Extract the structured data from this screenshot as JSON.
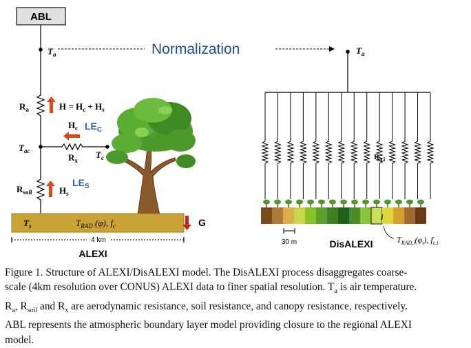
{
  "diagram": {
    "abl_label": "ABL",
    "ta_symbol": "T",
    "ta_sub": "a",
    "normalization_label": "Normalization",
    "ra_symbol": "R",
    "ra_sub": "a",
    "h_eq_H": "H = H",
    "h_eq_c": "c",
    "h_eq_plus": " + H",
    "h_eq_s": "s",
    "hc_symbol": "H",
    "hc_sub": "c",
    "lec_symbol": "LE",
    "lec_sub": "C",
    "tac_symbol": "T",
    "tac_sub": "ac",
    "rx_symbol": "R",
    "rx_sub": "x",
    "tc_symbol": "T",
    "tc_sub": "c",
    "rsoil_symbol": "R",
    "rsoil_sub": "soil",
    "hs_symbol": "H",
    "hs_sub": "s",
    "les_symbol": "LE",
    "les_sub": "S",
    "ts_symbol": "T",
    "ts_sub": "s",
    "trad_symbol": "T",
    "trad_sub": "RAD",
    "trad_phi": " (φ), ",
    "fc_symbol": "f",
    "fc_sub": "c",
    "g_label": "G",
    "scale_4km": "4 km",
    "alexi_label": "ALEXI",
    "ta_right_symbol": "T",
    "ta_right_sub": "a",
    "rai_symbol": "R",
    "rai_sub": "a,i",
    "pixel_i_label": "i",
    "scale_30m": "30 m",
    "disalexi_label": "DisALEXI",
    "trad_i_symbol": "T",
    "trad_i_sub": "RAD,i",
    "trad_i_phi": "(φ",
    "trad_i_phi_sub": "i",
    "trad_i_close": "), ",
    "fci_symbol": "f",
    "fci_sub": "c,i"
  },
  "caption": {
    "line1": "Figure 1. Structure of ALEXI/DisALEXI model. The DisALEXI process disaggregates coarse-",
    "line2": "scale (4km resolution over CONUS) ALEXI data to finer spatial resolution. T",
    "line2_sub": "a",
    "line2_end": " is air temperature.",
    "line3_r1": "R",
    "line3_r1_sub": "a",
    "line3_r2": ", R",
    "line3_r2_sub": "soil",
    "line3_r3": " and R",
    "line3_r3_sub": "x",
    "line3_end": " are aerodynamic resistance, soil resistance, and canopy resistance, respectively.",
    "line4": "ABL represents the atmospheric boundary layer model providing closure to the regional ALEXI",
    "line5": "model."
  },
  "colors": {
    "soil_fill": "#c9a335",
    "soil_stroke": "#9a7a1c",
    "abl_fill": "#e0e0e0",
    "normalization_text": "#1f4e8c",
    "flux_arrow": "#e0481c",
    "g_arrow": "#c0281c",
    "le_text": "#2f5fa8"
  },
  "pixel_colors": [
    "#7a4a1a",
    "#b07a3a",
    "#d9b04a",
    "#c8d84a",
    "#8ac22a",
    "#5aa02a",
    "#3f7f1f",
    "#1f5f1a",
    "#4a8a2a",
    "#8ac23a",
    "#c8e05a",
    "#e0d83a",
    "#d4a030",
    "#a06a30",
    "#6a3a14"
  ],
  "highlight_pixel_index": 10
}
